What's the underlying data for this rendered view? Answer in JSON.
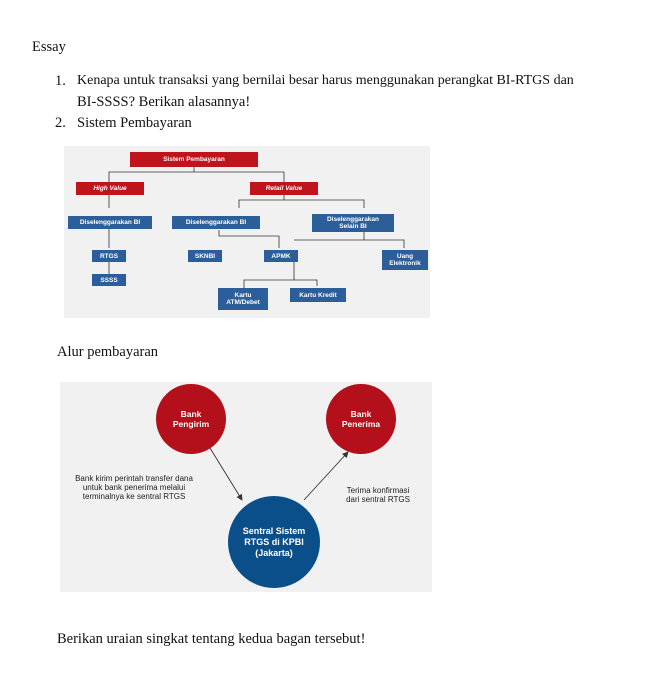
{
  "section_title": "Essay",
  "questions": [
    {
      "number": "1.",
      "text_line1": "Kenapa untuk transaksi yang bernilai besar harus menggunakan perangkat BI-RTGS dan",
      "text_line2": "BI-SSSS? Berikan alasannya!"
    },
    {
      "number": "2.",
      "text_line1": "Sistem Pembayaran"
    }
  ],
  "org_chart": {
    "root": "Sistem Pembayaran",
    "high_value": "High Value",
    "retail_value": "Retail Value",
    "diselenggarakan_bi_1": "Diselenggarakan BI",
    "diselenggarakan_bi_2": "Diselenggarakan BI",
    "diselenggarakan_selain_bi_l1": "Diselenggarakan",
    "diselenggarakan_selain_bi_l2": "Selain BI",
    "rtgs": "RTGS",
    "ssss": "SSSS",
    "sknbi": "SKNBI",
    "apmk": "APMK",
    "uang_elektronik": "Uang\nElektronik",
    "kartu_atm": "Kartu\nATM/Debet",
    "kartu_kredit": "Kartu Kredit"
  },
  "flow_title": "Alur pembayaran",
  "flow": {
    "bank_pengirim": "Bank\nPengirim",
    "bank_penerima": "Bank\nPenerima",
    "sentral": "Sentral Sistem\nRTGS di KPBI\n(Jakarta)",
    "left_note": "Bank kirim perintah transfer dana\nuntuk bank penerima melalui\nterminalnya ke sentral RTGS",
    "right_note": "Terima konfirmasi\ndari sentral RTGS"
  },
  "closing_prompt": "Berikan uraian singkat tentang kedua bagan tersebut!",
  "colors": {
    "red": "#c0141c",
    "blue": "#2c5f9a",
    "navy": "#0b4f8a",
    "crimson": "#b3101b"
  }
}
